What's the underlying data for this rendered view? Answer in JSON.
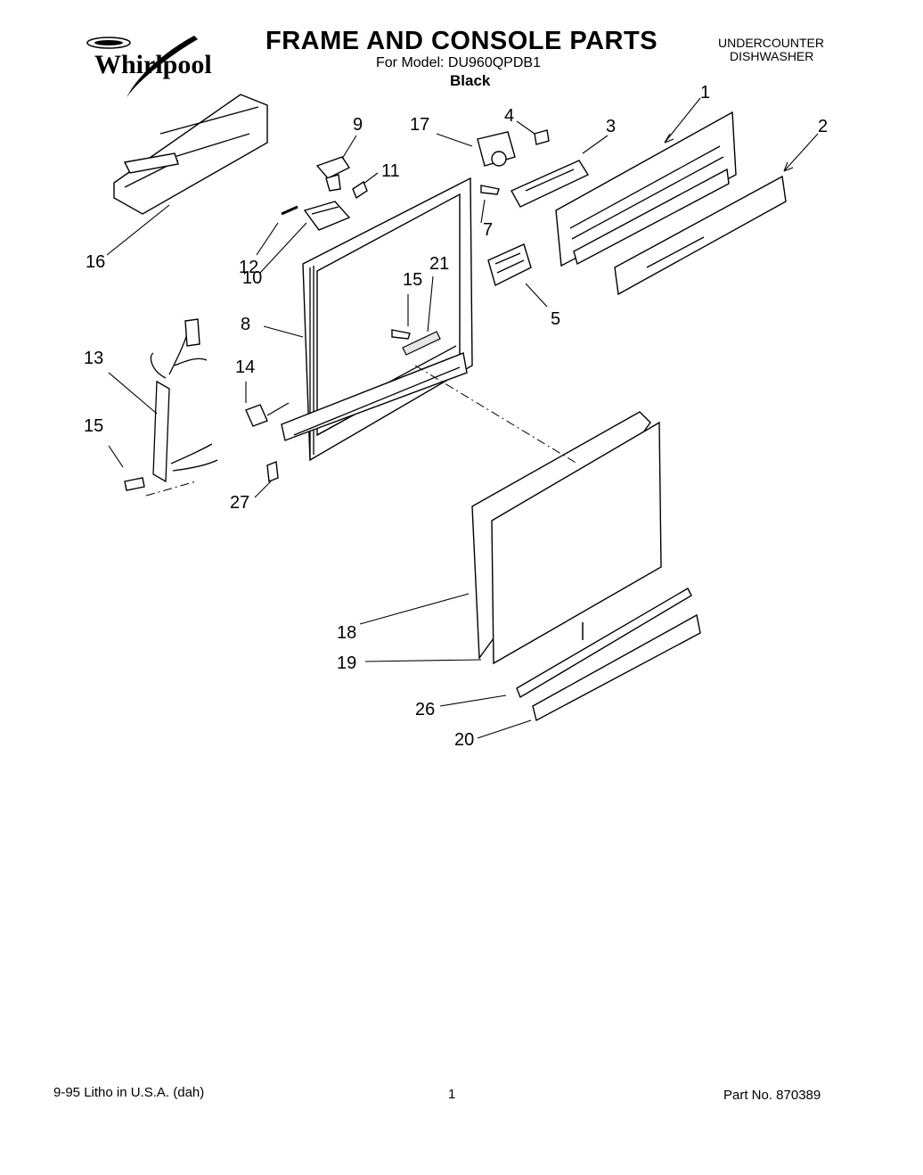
{
  "header": {
    "brand": "Whirlpool",
    "title": "FRAME AND CONSOLE PARTS",
    "model_line": "For Model: DU960QPDB1",
    "color": "Black",
    "product_type_line1": "UNDERCOUNTER",
    "product_type_line2": "DISHWASHER"
  },
  "callouts": [
    "1",
    "2",
    "3",
    "4",
    "5",
    "7",
    "8",
    "9",
    "10",
    "11",
    "12",
    "13",
    "14",
    "15",
    "15",
    "16",
    "17",
    "18",
    "19",
    "20",
    "21",
    "26",
    "27"
  ],
  "footer": {
    "litho": "9-95 Litho in U.S.A. (dah)",
    "page": "1",
    "part_number": "Part No. 870389"
  }
}
